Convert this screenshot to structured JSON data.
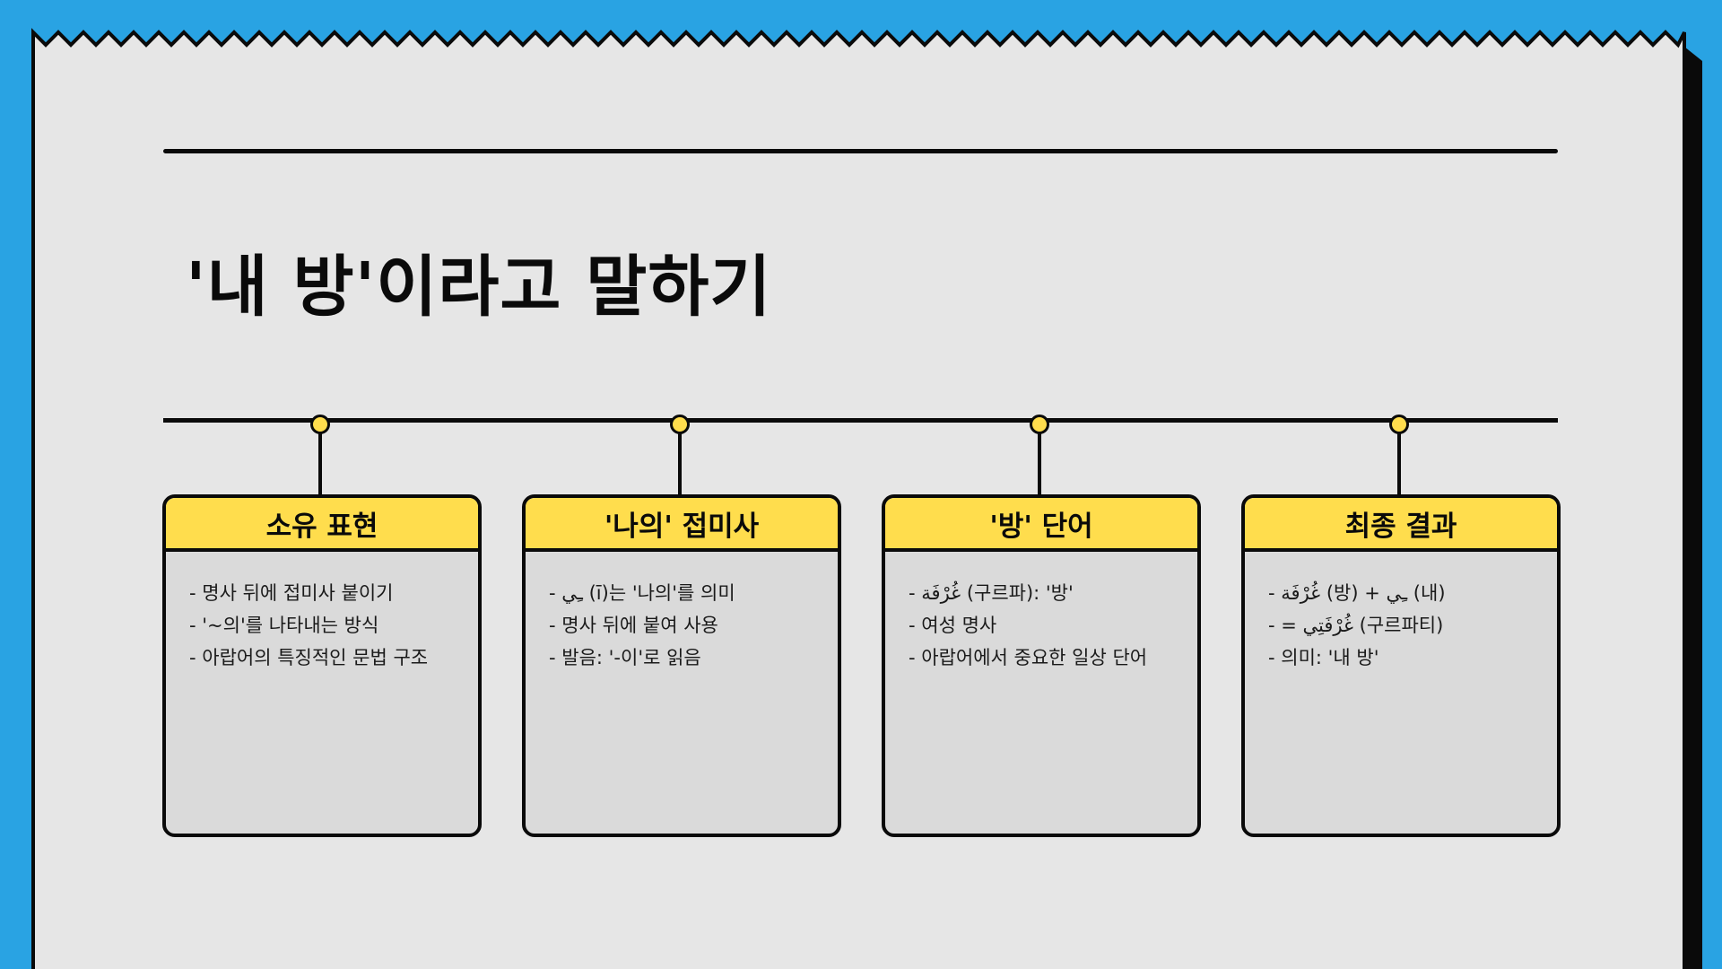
{
  "colors": {
    "background": "#29a3e3",
    "paper": "#e6e6e6",
    "card_fill": "#dadada",
    "accent_yellow": "#ffdd4d",
    "ink": "#0a0a0a"
  },
  "title": "'내 방'이라고 말하기",
  "cards": [
    {
      "heading": "소유 표현",
      "items": [
        "- 명사 뒤에 접미사 붙이기",
        "- '~의'를 나타내는 방식",
        "- 아랍어의 특징적인 문법 구조"
      ]
    },
    {
      "heading": "'나의' 접미사",
      "items": [
        "- ـِي (ī)는 '나의'를 의미",
        "- 명사 뒤에 붙여 사용",
        "- 발음: '-이'로 읽음"
      ]
    },
    {
      "heading": "'방' 단어",
      "items": [
        "- غُرْفَة (구르파): '방'",
        "- 여성 명사",
        "- 아랍어에서 중요한 일상 단어"
      ]
    },
    {
      "heading": "최종 결과",
      "items": [
        "- غُرْفَة (방) + ـِي (내)",
        "- = غُرْفَتِي (구르파티)",
        "- 의미: '내 방'"
      ]
    }
  ]
}
